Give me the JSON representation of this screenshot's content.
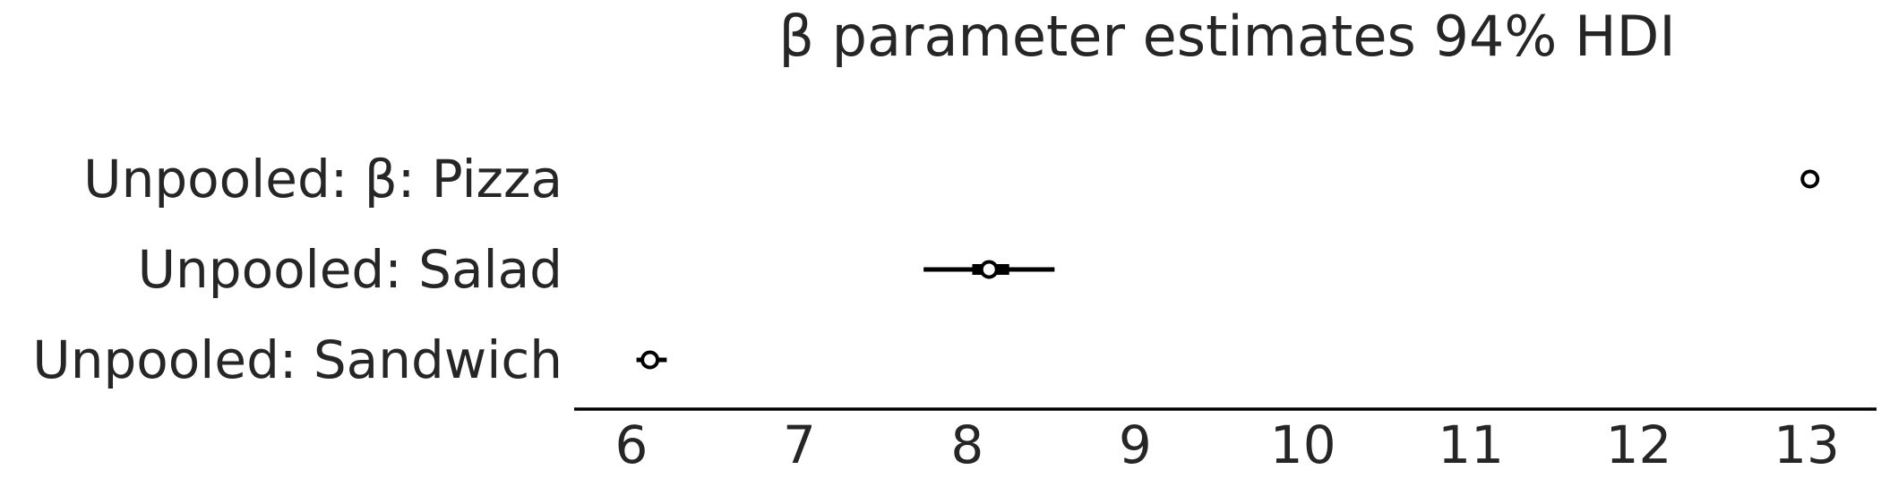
{
  "chart_data": {
    "type": "forest",
    "title": "β parameter estimates 94% HDI",
    "xlim": [
      5.62,
      13.45
    ],
    "xticks": [
      6,
      7,
      8,
      9,
      10,
      11,
      12,
      13
    ],
    "xlabel": "",
    "ylabel": "",
    "grid": false,
    "colors": {
      "marks": "#000000",
      "text": "#262626",
      "marker_fill": "#ffffff"
    },
    "rows": [
      {
        "label": "Unpooled: β: Pizza",
        "median": 13.02,
        "hdi_94": [
          13.02,
          13.02
        ],
        "iqr": [
          13.02,
          13.02
        ]
      },
      {
        "label": "Unpooled:  Salad",
        "median": 8.13,
        "hdi_94": [
          7.74,
          8.52
        ],
        "iqr": [
          8.03,
          8.25
        ]
      },
      {
        "label": "Unpooled:  Sandwich",
        "median": 6.11,
        "hdi_94": [
          6.03,
          6.21
        ],
        "iqr": [
          6.07,
          6.15
        ]
      }
    ]
  }
}
